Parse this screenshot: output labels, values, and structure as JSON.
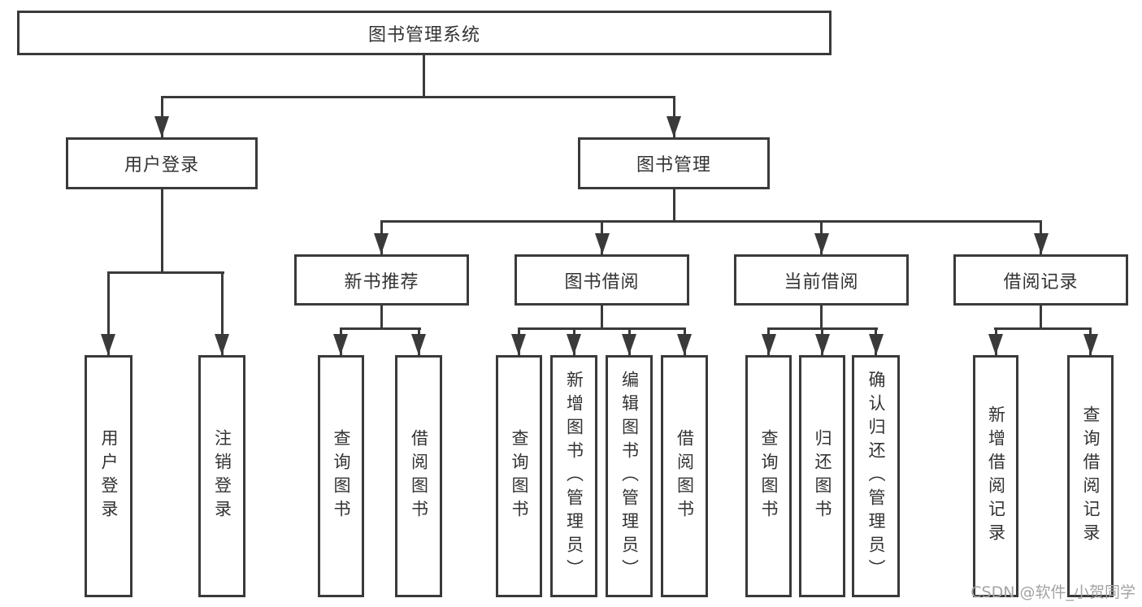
{
  "diagram": {
    "tree": {
      "label": "图书管理系统",
      "children": [
        {
          "label": "用户登录",
          "children": [
            {
              "label": "用户登录"
            },
            {
              "label": "注销登录"
            }
          ]
        },
        {
          "label": "图书管理",
          "children": [
            {
              "label": "新书推荐",
              "children": [
                {
                  "label": "查询图书"
                },
                {
                  "label": "借阅图书"
                }
              ]
            },
            {
              "label": "图书借阅",
              "children": [
                {
                  "label": "查询图书"
                },
                {
                  "label": "新增图书（管理员）"
                },
                {
                  "label": "编辑图书（管理员）"
                },
                {
                  "label": "借阅图书"
                }
              ]
            },
            {
              "label": "当前借阅",
              "children": [
                {
                  "label": "查询图书"
                },
                {
                  "label": "归还图书"
                },
                {
                  "label": "确认归还（管理员）"
                }
              ]
            },
            {
              "label": "借阅记录",
              "children": [
                {
                  "label": "新增借阅记录"
                },
                {
                  "label": "查询借阅记录"
                }
              ]
            }
          ]
        }
      ]
    },
    "watermark": "CSDN @软件_小贺同学",
    "colors": {
      "line": "#3a3a3a",
      "box_border": "#3a3a3a",
      "text": "#333333",
      "watermark": "#a3a3a3",
      "background": "#ffffff"
    }
  }
}
